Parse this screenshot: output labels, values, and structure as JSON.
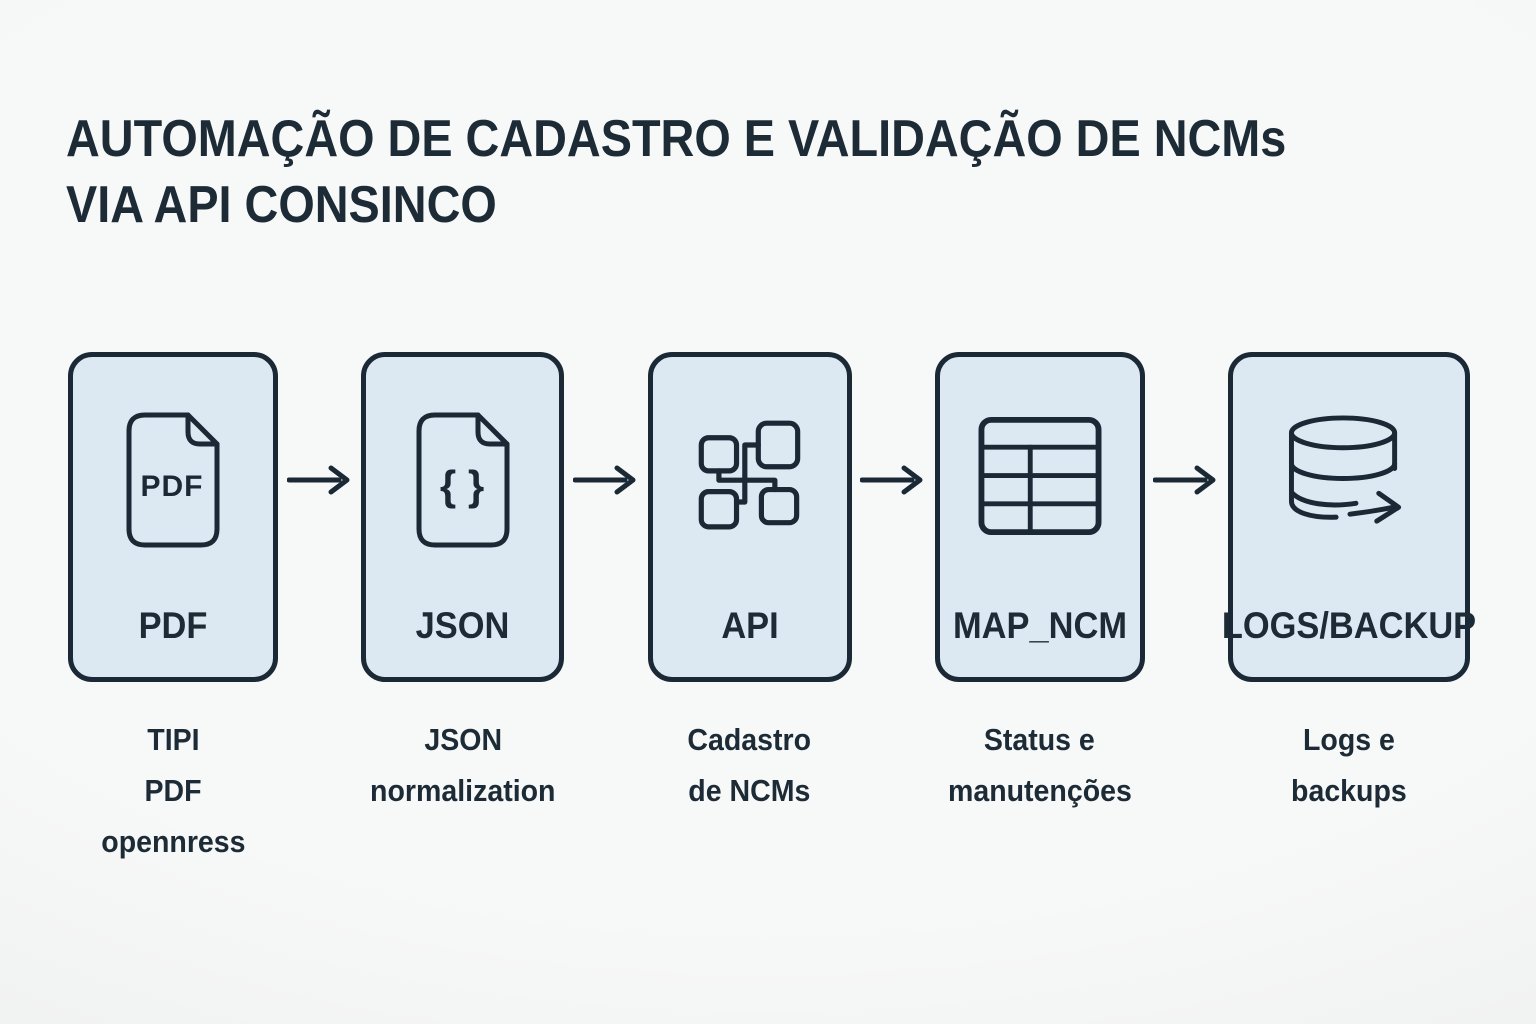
{
  "title": {
    "line1": "AUTOMAÇÃO DE CADASTRO E VALIDAÇÃO DE NCMs",
    "line2": "VIA API CONSINCO"
  },
  "colors": {
    "background": "#f5f6f6",
    "box_fill": "#dde9f2",
    "ink": "#1b2835",
    "text": "#1d2b36"
  },
  "steps": [
    {
      "label": "PDF",
      "icon": "pdf-document-icon",
      "icon_text": "PDF",
      "caption_lines": [
        "TIPI",
        "PDF",
        "opennress"
      ]
    },
    {
      "label": "JSON",
      "icon": "json-document-icon",
      "icon_text": "{ }",
      "caption_lines": [
        "JSON",
        "normalization"
      ]
    },
    {
      "label": "API",
      "icon": "api-nodes-icon",
      "caption_lines": [
        "Cadastro",
        "de NCMs"
      ]
    },
    {
      "label": "MAP_NCM",
      "icon": "table-icon",
      "caption_lines": [
        "Status e",
        "manutenções"
      ]
    },
    {
      "label": "LOGS/BACKUP",
      "icon": "database-backup-icon",
      "caption_lines": [
        "Logs e",
        "backups"
      ]
    }
  ]
}
